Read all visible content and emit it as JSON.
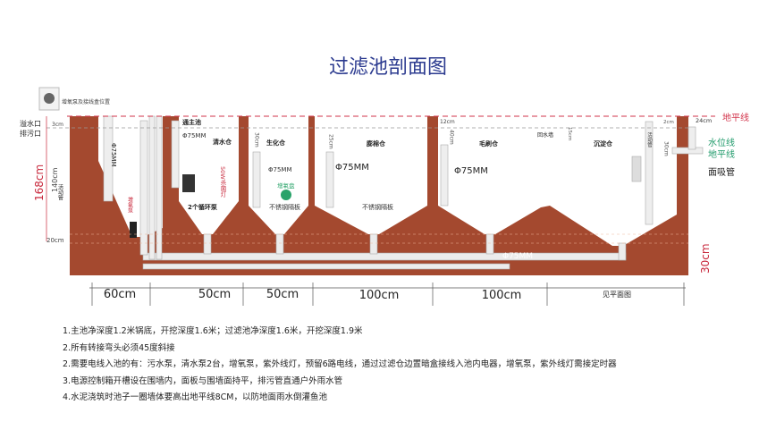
{
  "title": "过滤池剖面图",
  "legend": {
    "icon": "aerator-pump-icon",
    "label": "增氧泵及接线盒位置"
  },
  "left_labels": {
    "overflow": "溢水口",
    "drain": "排污口",
    "gap": "3cm",
    "total_depth": "168cm",
    "depth_140": "140cm",
    "depth_20": "20cm",
    "movable_pipe": "活动管"
  },
  "right_labels": {
    "ground_line_red": "地平线",
    "wall_24": "24cm",
    "gap_2": "2cm",
    "water_line": "水位线",
    "ground_line_green": "地平线",
    "surface_skimmer": "面吸管",
    "base_30": "30cm"
  },
  "chambers": {
    "to_main": "通主池",
    "clear_water": "清水仓",
    "bio": "生化仓",
    "sponge": "膨棉仓",
    "brush": "毛刷仓",
    "return_wall": "回水墙",
    "settling": "沉淀仓"
  },
  "inner_labels": {
    "pipe_main": "Φ75MM",
    "pipe_1": "Φ75MM",
    "pipe_2": "Φ75MM",
    "pipe_3": "Φ75MM",
    "pipe_4": "Φ75MM",
    "pipe_bottom": "Φ75MM",
    "pumps": "2个循环泵",
    "uv_lamp": "50W杀菌灯",
    "aerator_disc": "增氧盘",
    "aerator_pump": "增氧泵",
    "partition_1": "不锈钢隔板",
    "partition_2": "不锈钢隔板",
    "d30": "30cm",
    "d25": "25cm",
    "d12": "12cm",
    "d40": "40cm",
    "d15": "15cm",
    "d2": "2cm",
    "d30b": "30cm",
    "movable_pipe_right": "活动管"
  },
  "dimensions": [
    "60cm",
    "50cm",
    "50cm",
    "100cm",
    "100cm",
    "见平面图"
  ],
  "notes": [
    "1.主池净深度1.2米锅底，开挖深度1.6米；过滤池净深度1.6米，开挖深度1.9米",
    "2.所有转接弯头必须45度斜接",
    "2.需要电线入池的有：污水泵，清水泵2台，增氧泵，紫外线灯，预留6路电线，通过过滤仓边置暗盒接线入池内电器，增氧泵，紫外线灯需接定时器",
    "3.电源控制箱开槽设在围墙内，面板与围墙面持平，排污管直通户外雨水管",
    "4.水泥浇筑时池子一圈墙体要高出地平线8CM，以防地面雨水倒灌鱼池"
  ],
  "colors": {
    "brick": "#a4492f",
    "title": "#2b3a8f",
    "ground_line": "#d2334a",
    "water_label": "#1f9a6a",
    "dim_red": "#c8283c"
  }
}
